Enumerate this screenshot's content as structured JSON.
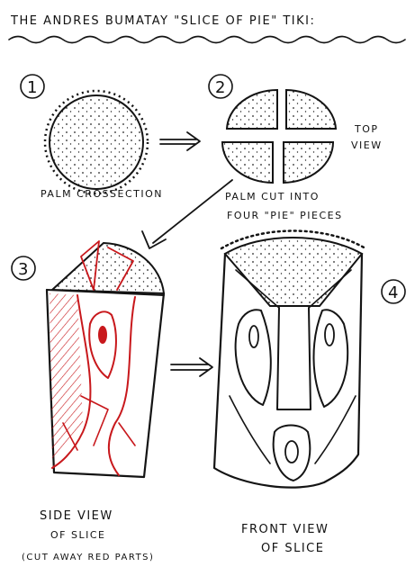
{
  "title": "THE ANDRES BUMATAY \"SLICE OF PIE\" TIKI:",
  "steps": [
    {
      "number": "1",
      "label": "PALM CROSSECTION"
    },
    {
      "number": "2",
      "label_line1": "PALM CUT INTO",
      "label_line2": "FOUR \"PIE\" PIECES",
      "note_line1": "TOP",
      "note_line2": "VIEW"
    },
    {
      "number": "3",
      "label_line1": "SIDE VIEW",
      "label_line2": "OF SLICE",
      "label_line3": "(CUT AWAY RED PARTS)"
    },
    {
      "number": "4",
      "label_line1": "FRONT VIEW",
      "label_line2": "OF SLICE"
    }
  ],
  "colors": {
    "ink": "#141414",
    "cutaway": "#c8181c",
    "paper": "#ffffff"
  }
}
